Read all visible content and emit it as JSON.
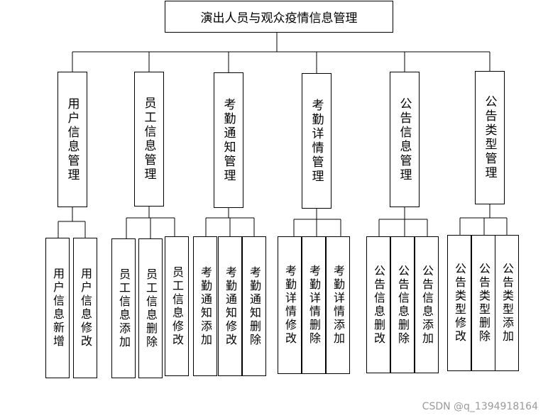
{
  "root": {
    "label": "演出人员与观众疫情信息管理"
  },
  "modules": [
    {
      "label": "用户信息管理",
      "children": [
        "用户信息新增",
        "用户信息修改"
      ]
    },
    {
      "label": "员工信息管理",
      "children": [
        "员工信息添加",
        "员工信息删除",
        "员工信息修改"
      ]
    },
    {
      "label": "考勤通知管理",
      "children": [
        "考勤通知添加",
        "考勤通知修改",
        "考勤通知删除"
      ]
    },
    {
      "label": "考勤详情管理",
      "children": [
        "考勤详情修改",
        "考勤详情删除",
        "考勤详情添加"
      ]
    },
    {
      "label": "公告信息管理",
      "children": [
        "公告信息删改",
        "公告信息删除",
        "公告信息添加"
      ]
    },
    {
      "label": "公告类型管理",
      "children": [
        "公告类型修改",
        "公告类型删除",
        "公告类型添加"
      ]
    }
  ],
  "watermark": "CSDN @q_1394918164"
}
